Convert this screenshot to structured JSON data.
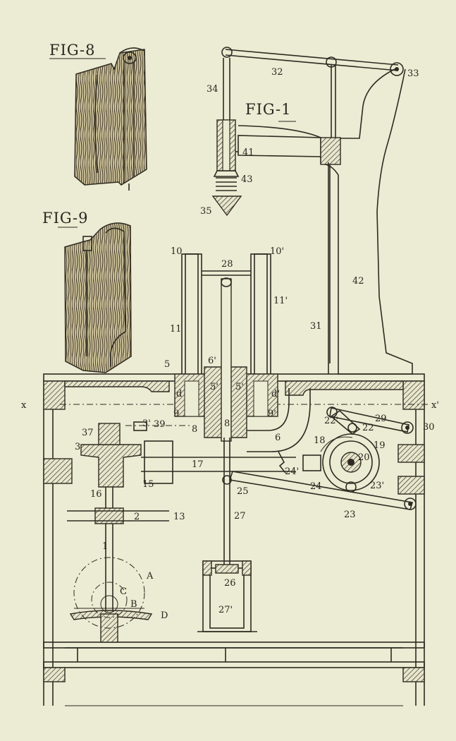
{
  "figures": {
    "fig1": "FIG-1",
    "fig8": "FIG-8",
    "fig9": "FIG-9"
  },
  "labels": {
    "n1": "1",
    "n2": "2",
    "n3": "3",
    "n3p": "3'",
    "n5": "5",
    "n5p": "5'",
    "n5p2": "5'",
    "n6": "6",
    "n6p": "6'",
    "n8": "8",
    "n8b": "8",
    "n9": "9",
    "n9p": "9'",
    "n10": "10",
    "n10p": "10'",
    "n11": "11",
    "n11p": "11'",
    "n13": "13",
    "n15": "15",
    "n16": "16",
    "n17": "17",
    "n18": "18",
    "n19": "19",
    "n20": "20",
    "n22": "22",
    "n22p": "22'",
    "n23": "23",
    "n23p": "23'",
    "n24": "24",
    "n24p": "24'",
    "n25": "25",
    "n26": "26",
    "n27": "27",
    "n27p": "27'",
    "n28": "28",
    "n29": "29",
    "n30": "30",
    "n31": "31",
    "n32": "32",
    "n33": "33",
    "n34": "34",
    "n35": "35",
    "n37": "37",
    "n39": "39",
    "n41": "41",
    "n42": "42",
    "n43": "43",
    "A": "A",
    "B": "B",
    "C": "C",
    "D": "D",
    "d": "d",
    "dp": "d'",
    "x": "x",
    "xp": "x'"
  }
}
